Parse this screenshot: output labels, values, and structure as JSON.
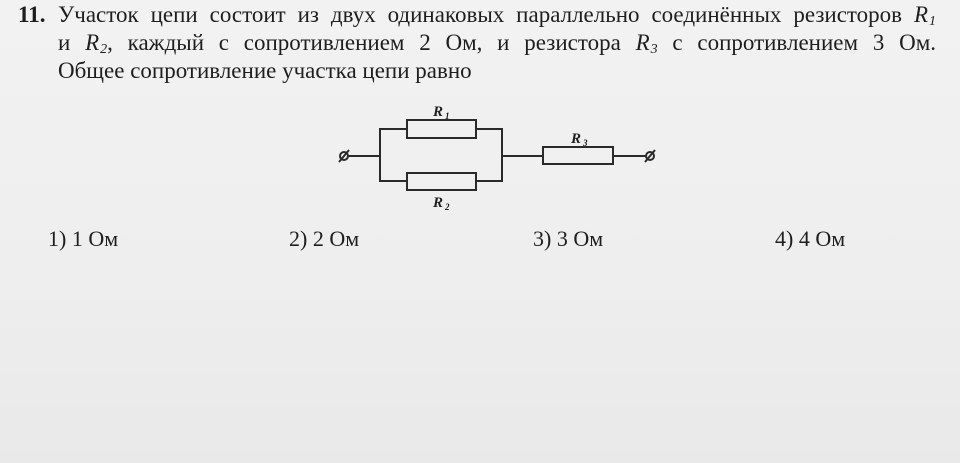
{
  "question": {
    "number": "11.",
    "line1": "Участок цепи состоит из двух одинаковых параллельно соединённых резисторов",
    "line1_symbol": "R",
    "line1_sub": "1",
    "line2_pre": "и",
    "line2_symbol_a": "R",
    "line2_sub_a": "2",
    "line2_mid": ", каждый с сопротивлением 2 Ом, и резистора",
    "line2_symbol_b": "R",
    "line2_sub_b": "3",
    "line2_post": "с сопротивлением 3 Ом.",
    "line3": "Общее сопротивление участка цепи равно"
  },
  "circuit": {
    "labels": {
      "r1": "R",
      "r1_sub": "1",
      "r2": "R",
      "r2_sub": "2",
      "r3": "R",
      "r3_sub": "3"
    }
  },
  "answers": [
    "1) 1 Ом",
    "2) 2 Ом",
    "3) 3 Ом",
    "4) 4 Ом"
  ]
}
